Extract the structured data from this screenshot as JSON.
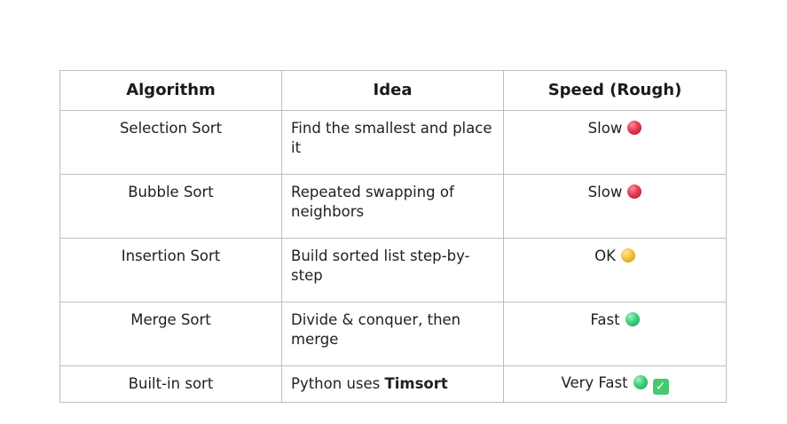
{
  "headers": [
    "Algorithm",
    "Idea",
    "Speed (Rough)"
  ],
  "rows": [
    {
      "algorithm": "Selection Sort",
      "idea": "Find the smallest and place it",
      "speed": "Slow",
      "indicator": "red-circle-icon",
      "indicator_color": "#e23a52"
    },
    {
      "algorithm": "Bubble Sort",
      "idea": "Repeated swapping of neighbors",
      "speed": "Slow",
      "indicator": "red-circle-icon",
      "indicator_color": "#e23a52"
    },
    {
      "algorithm": "Insertion Sort",
      "idea": "Build sorted list step-by-step",
      "speed": "OK",
      "indicator": "yellow-circle-icon",
      "indicator_color": "#f2c23a"
    },
    {
      "algorithm": "Merge Sort",
      "idea": "Divide & conquer, then merge",
      "speed": "Fast",
      "indicator": "green-circle-icon",
      "indicator_color": "#3ecf7c"
    },
    {
      "algorithm": "Built-in sort",
      "idea_prefix": "Python uses ",
      "idea_bold": "Timsort",
      "speed": "Very Fast",
      "indicator": "green-circle-icon",
      "indicator_color": "#3ecf7c",
      "extra_indicator": "check-mark-button-icon",
      "extra_indicator_color": "#47c96e"
    }
  ]
}
